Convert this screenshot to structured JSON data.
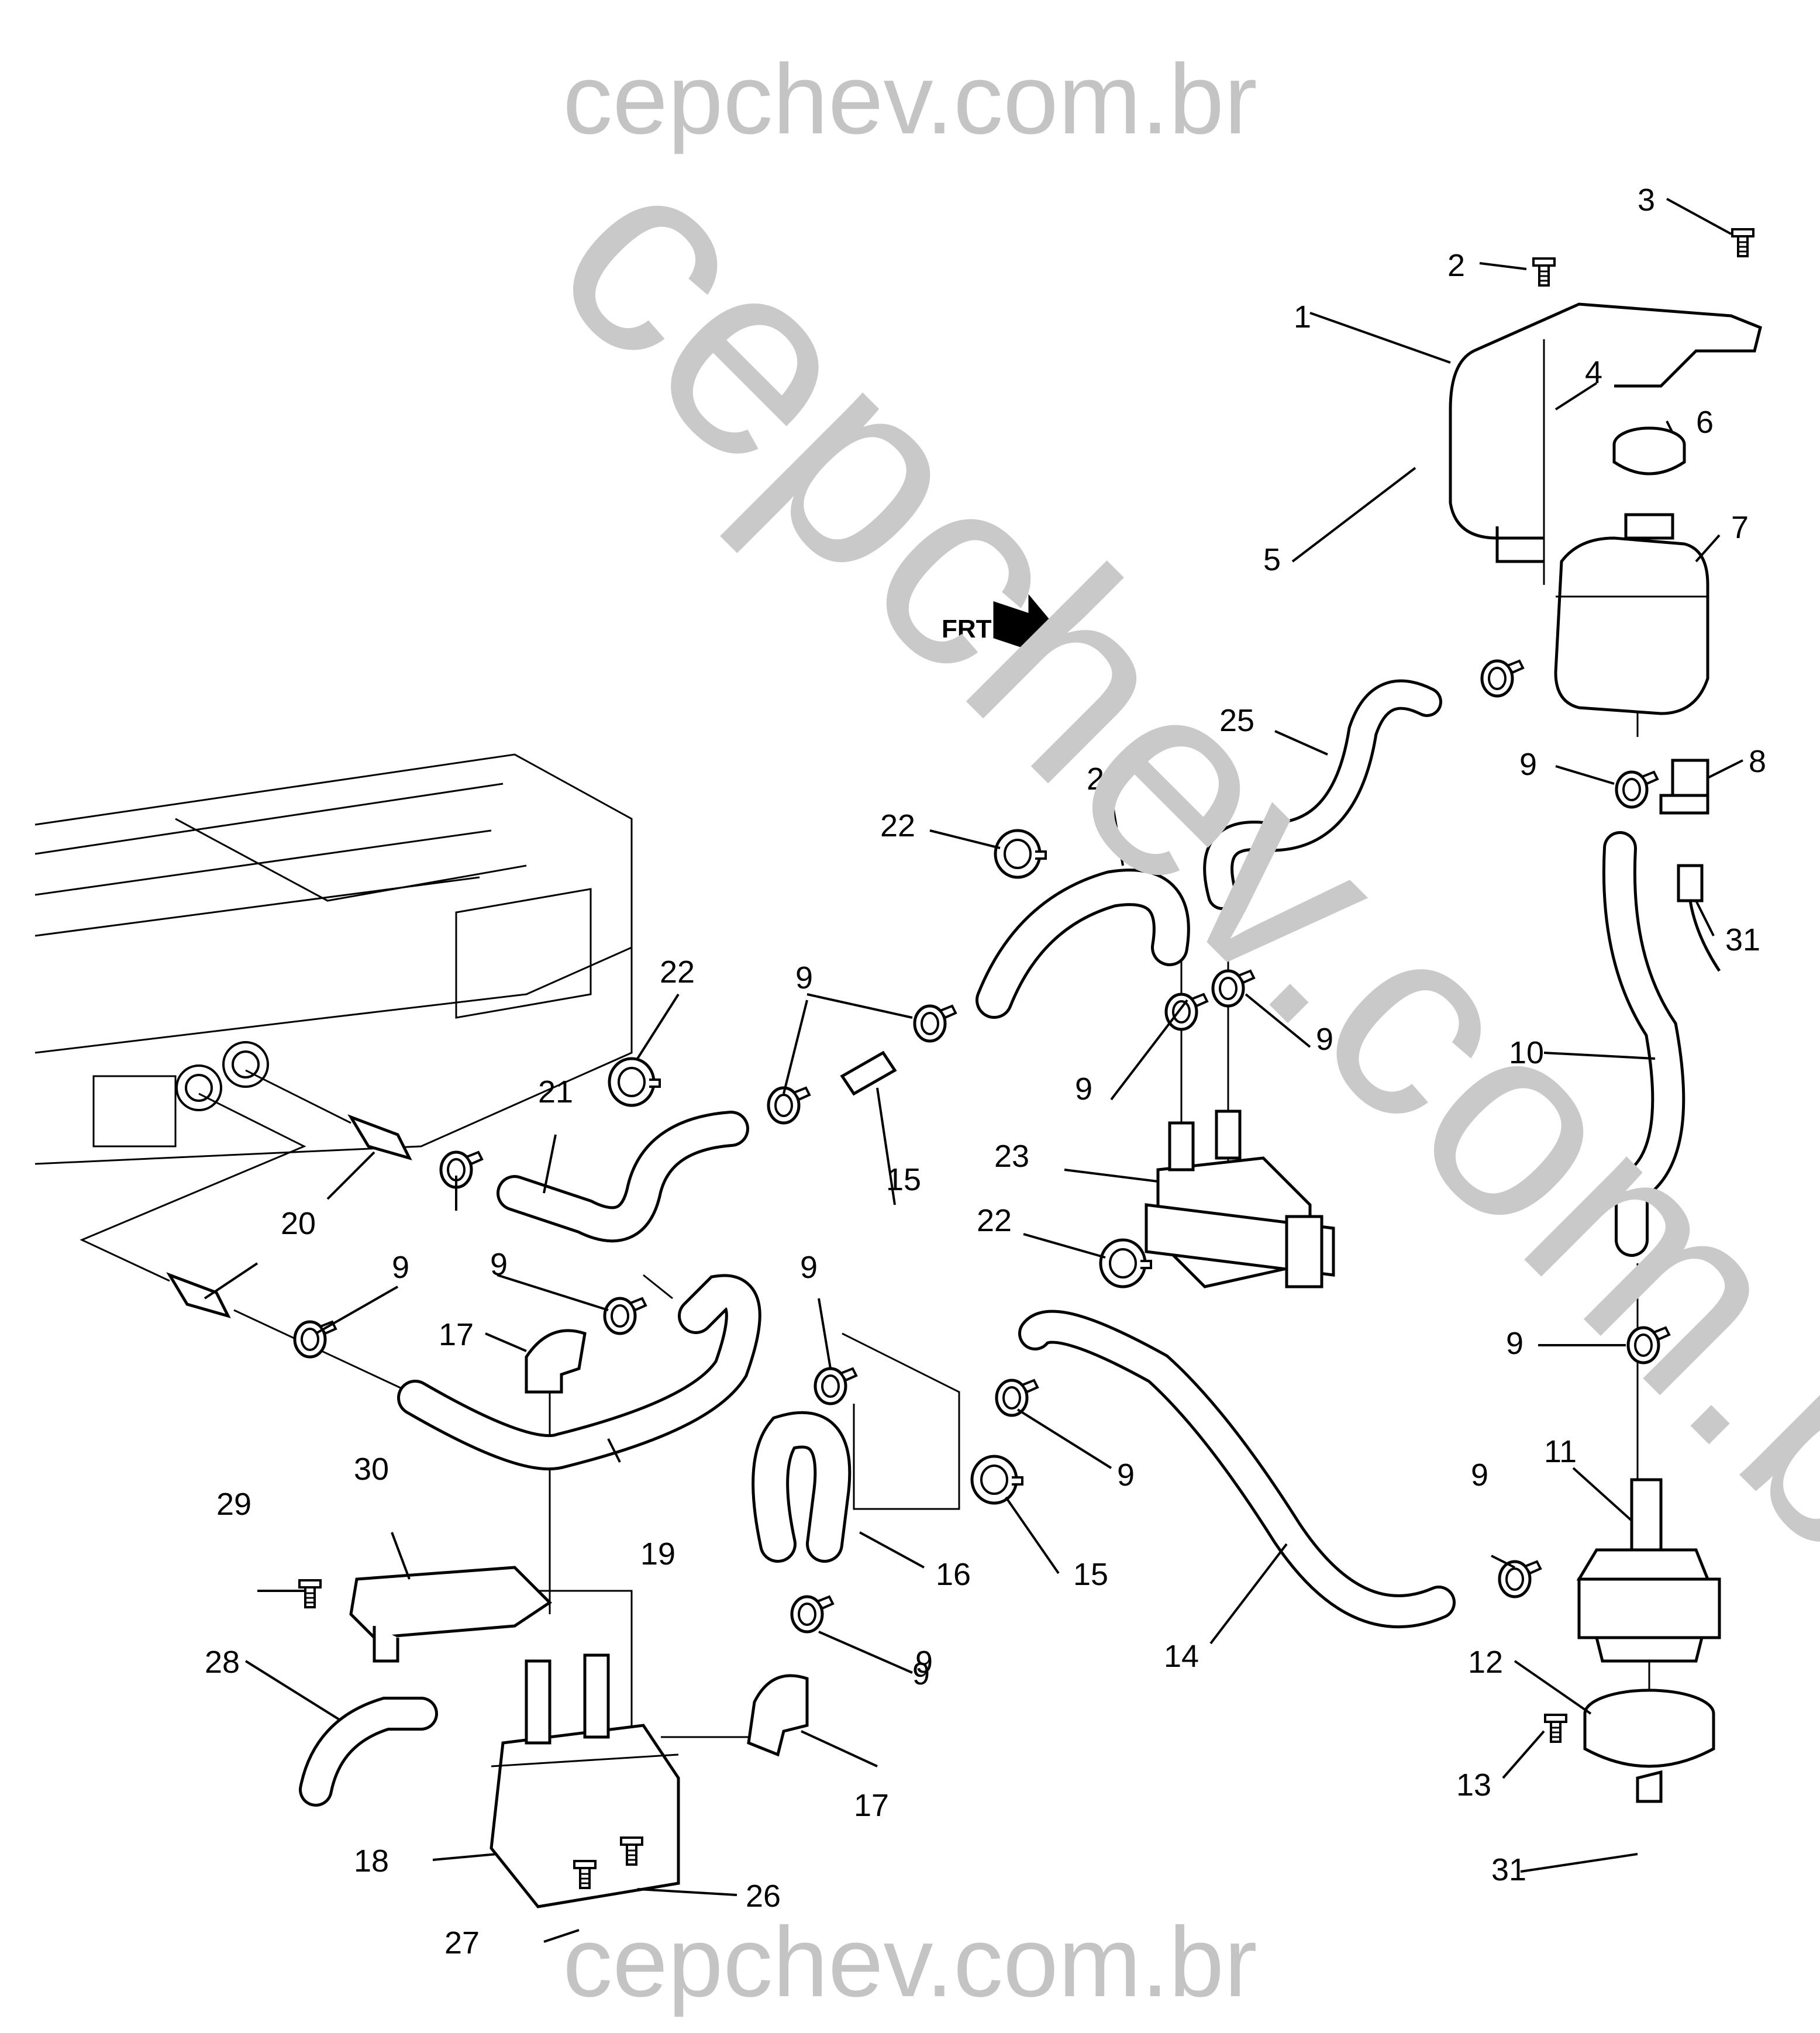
{
  "watermark": {
    "top": "cepchev.com.br",
    "diagonal": "cepchev.com.br",
    "bottom": "cepchev.com.br"
  },
  "orientation": {
    "text": "FRT",
    "icon": "arrow-right-icon"
  },
  "callouts": [
    {
      "key": "c1",
      "text": "1"
    },
    {
      "key": "c2",
      "text": "2"
    },
    {
      "key": "c3",
      "text": "3"
    },
    {
      "key": "c4",
      "text": "4"
    },
    {
      "key": "c5",
      "text": "5"
    },
    {
      "key": "c6",
      "text": "6"
    },
    {
      "key": "c7",
      "text": "7"
    },
    {
      "key": "c8",
      "text": "8"
    },
    {
      "key": "c9a",
      "text": "9"
    },
    {
      "key": "c31a",
      "text": "31"
    },
    {
      "key": "c25",
      "text": "25"
    },
    {
      "key": "c24",
      "text": "24"
    },
    {
      "key": "c22a",
      "text": "22"
    },
    {
      "key": "c22b",
      "text": "22"
    },
    {
      "key": "c9b",
      "text": "9"
    },
    {
      "key": "c9c",
      "text": "9"
    },
    {
      "key": "c9d",
      "text": "9"
    },
    {
      "key": "c10",
      "text": "10"
    },
    {
      "key": "c21",
      "text": "21"
    },
    {
      "key": "c15a",
      "text": "15"
    },
    {
      "key": "c23",
      "text": "23"
    },
    {
      "key": "c20",
      "text": "20"
    },
    {
      "key": "c9e",
      "text": "9"
    },
    {
      "key": "c22c",
      "text": "22"
    },
    {
      "key": "c9f",
      "text": "9"
    },
    {
      "key": "c9g",
      "text": "9"
    },
    {
      "key": "c9h",
      "text": "9"
    },
    {
      "key": "c17a",
      "text": "17"
    },
    {
      "key": "c30",
      "text": "30"
    },
    {
      "key": "c29",
      "text": "29"
    },
    {
      "key": "c19",
      "text": "19"
    },
    {
      "key": "c9i",
      "text": "9"
    },
    {
      "key": "c16",
      "text": "16"
    },
    {
      "key": "c15b",
      "text": "15"
    },
    {
      "key": "c11",
      "text": "11"
    },
    {
      "key": "c9j",
      "text": "9"
    },
    {
      "key": "c9k",
      "text": "9"
    },
    {
      "key": "c28",
      "text": "28"
    },
    {
      "key": "c9l",
      "text": "9"
    },
    {
      "key": "c17b",
      "text": "17"
    },
    {
      "key": "c14",
      "text": "14"
    },
    {
      "key": "c12",
      "text": "12"
    },
    {
      "key": "c13",
      "text": "13"
    },
    {
      "key": "c18",
      "text": "18"
    },
    {
      "key": "c26",
      "text": "26"
    },
    {
      "key": "c27",
      "text": "27"
    },
    {
      "key": "c31b",
      "text": "31"
    }
  ]
}
